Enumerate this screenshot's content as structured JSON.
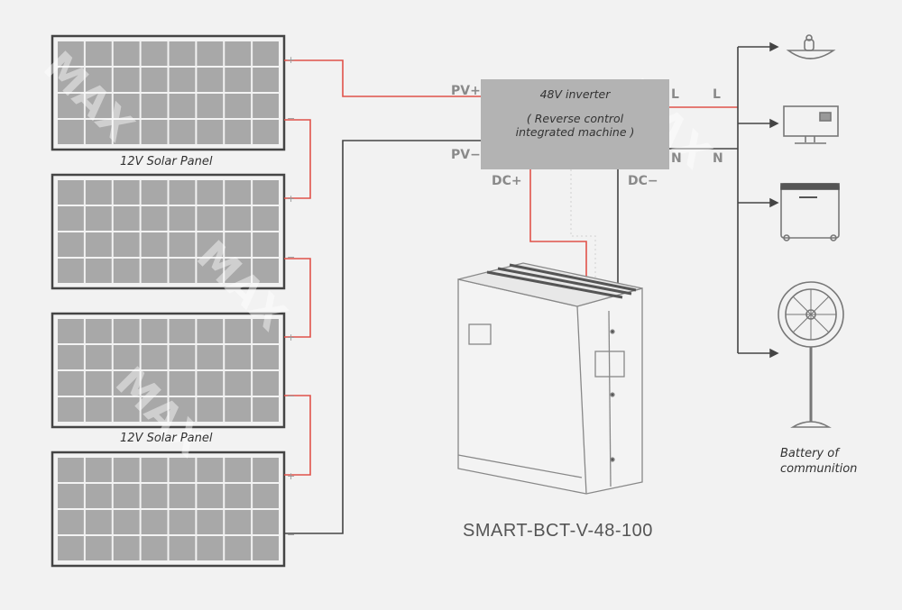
{
  "panels": [
    {
      "label": "12V Solar Panel",
      "plus": "+",
      "minus": "−"
    },
    {
      "label": "",
      "plus": "+",
      "minus": "−"
    },
    {
      "label": "12V Solar Panel",
      "plus": "+",
      "minus": "−"
    },
    {
      "label": "",
      "plus": "+",
      "minus": "−"
    }
  ],
  "inverter": {
    "title": "48V inverter",
    "subtitle_line1": "( Reverse control",
    "subtitle_line2": "integrated machine )"
  },
  "terminals": {
    "pv_plus": "PV+",
    "pv_minus": "PV−",
    "dc_plus": "DC+",
    "dc_minus": "DC−",
    "l_in": "L",
    "l_out": "L",
    "n_in": "N",
    "n_out": "N"
  },
  "battery": {
    "model": "SMART-BCT-V-48-100"
  },
  "loads": {
    "caption_line1": "Battery of",
    "caption_line2": "communition",
    "icons": [
      "ceiling-lamp-icon",
      "tv-icon",
      "freezer-icon",
      "fan-icon"
    ]
  },
  "watermark": "MAX",
  "colors": {
    "positive_wire": "#e0524a",
    "negative_wire": "#444444",
    "panel": "#a8a8a8",
    "inverter": "#b3b3b3"
  }
}
